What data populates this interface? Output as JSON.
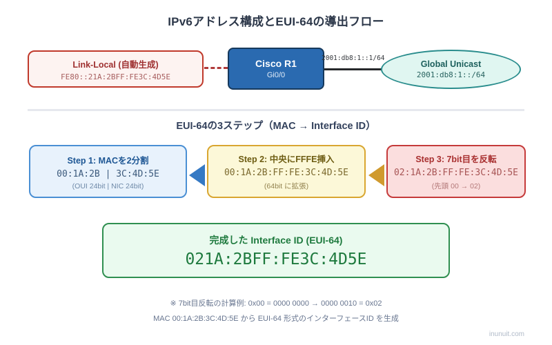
{
  "title": "IPv6アドレス構成とEUI-64の導出フロー",
  "topology": {
    "link_local": {
      "title": "Link-Local (自動生成)",
      "address": "FE80::21A:2BFF:FE3C:4D5E"
    },
    "router": {
      "name": "Cisco R1",
      "interface": "Gi0/0"
    },
    "link_label": "2001:db8:1::1/64",
    "global_unicast": {
      "title": "Global Unicast",
      "address": "2001:db8:1::/64"
    }
  },
  "steps_section": {
    "heading": "EUI-64の3ステップ（MAC → Interface ID）",
    "steps": [
      {
        "title": "Step 1: MACを2分割",
        "value": "00:1A:2B | 3C:4D:5E",
        "caption": "(OUI 24bit | NIC 24bit)"
      },
      {
        "title": "Step 2: 中央にFFFE挿入",
        "value": "00:1A:2B:FF:FE:3C:4D:5E",
        "caption": "(64bit に拡張)"
      },
      {
        "title": "Step 3: 7bit目を反転",
        "value": "02:1A:2B:FF:FE:3C:4D:5E",
        "caption": "(先頭 00 → 02)"
      }
    ]
  },
  "result": {
    "title": "完成した Interface ID (EUI-64)",
    "value": "021A:2BFF:FE3C:4D5E"
  },
  "notes": [
    "※ 7bit目反転の計算例: 0x00 = 0000 0000 → 0000 0010 = 0x02",
    "MAC 00:1A:2B:3C:4D:5E から EUI-64 形式のインターフェースID を生成"
  ],
  "watermark": "inunuit.com",
  "colors": {
    "title_text": "#2c3749",
    "link_local_border": "#c0392b",
    "link_local_bg": "#fdf3f1",
    "router_bg": "#2a6ab0",
    "router_border": "#16395c",
    "global_unicast_border": "#2a8d8d",
    "global_unicast_bg": "#e0f6f1",
    "step1_border": "#4a8fd4",
    "step1_bg": "#e8f2fc",
    "step2_border": "#d9a630",
    "step2_bg": "#fcf8d8",
    "step3_border": "#c53a3a",
    "step3_bg": "#fbdede",
    "arrow_blue": "#3579c4",
    "arrow_gold": "#d09a2e",
    "result_border": "#2f8f50",
    "result_bg": "#eafaef",
    "result_text": "#1e7a3e",
    "dashed_link": "#b03a3a",
    "solid_link": "#26282b",
    "note_text": "#67758f"
  }
}
